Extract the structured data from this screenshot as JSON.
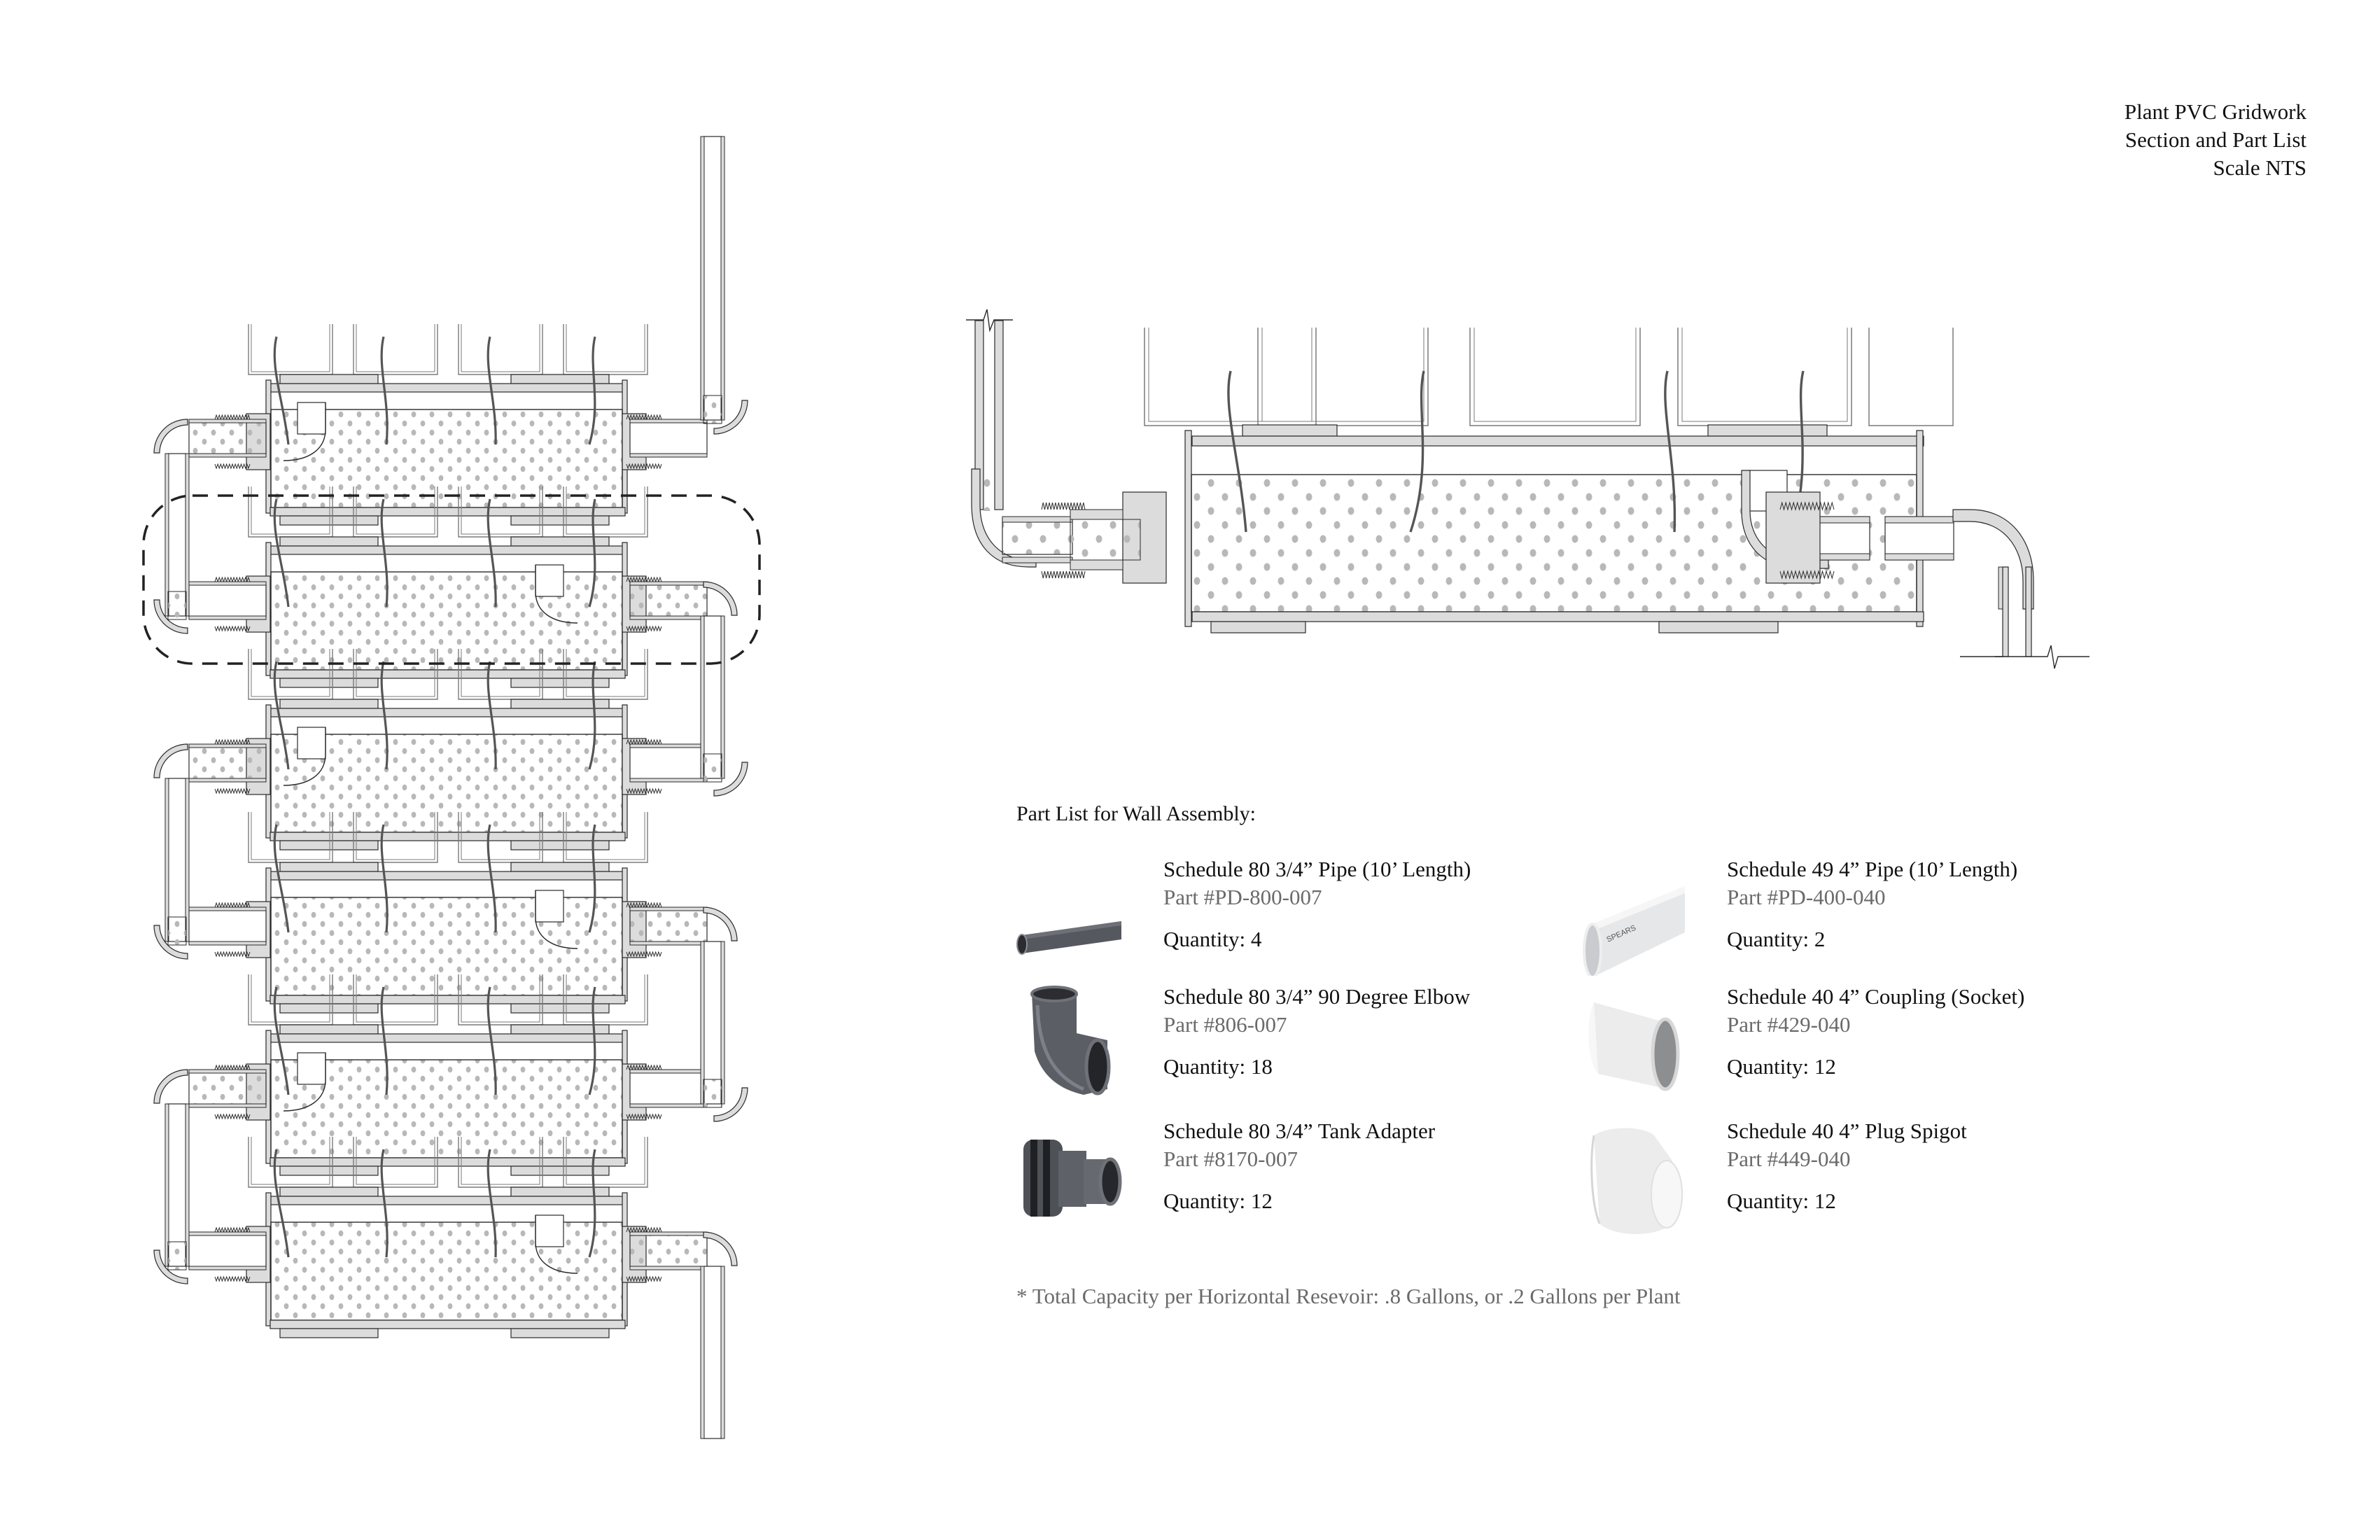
{
  "title_block": {
    "line1": "Plant PVC Gridwork",
    "line2": "Section and Part List",
    "line3": "Scale NTS"
  },
  "colors": {
    "pipe_fill": "#dcdcdc",
    "outline": "#2a2a2a",
    "tray_outline": "#7a7a7a",
    "water_dot": "#b8b8b8",
    "root": "#555555",
    "callout_dash": "#222222",
    "part_number_text": "#6a6a6a",
    "sch80_gray": "#4a4d52",
    "sch40_white": "#eeeeee"
  },
  "stack_section": {
    "label": "Vertical stack section",
    "reservoir_count": 6,
    "plants_per_reservoir": 4,
    "highlighted_reservoir": 2,
    "inlet": "top-right",
    "outlet": "bottom-right"
  },
  "detail_section": {
    "label": "Enlarged reservoir detail",
    "plants": 4,
    "break_marks": [
      "top-left inlet pipe",
      "bottom-right outlet pipe"
    ]
  },
  "parts_list": {
    "heading": "Part List for Wall Assembly:",
    "items": [
      {
        "name": "Schedule 80 3/4” Pipe (10’ Length)",
        "part_number": "Part #PD-800-007",
        "quantity": "Quantity: 4",
        "icon": "gray-pipe-icon"
      },
      {
        "name": "Schedule 49 4” Pipe (10’ Length)",
        "part_number": "Part #PD-400-040",
        "quantity": "Quantity: 2",
        "icon": "white-pipe-icon"
      },
      {
        "name": "Schedule 80 3/4” 90 Degree Elbow",
        "part_number": "Part #806-007",
        "quantity": "Quantity: 18",
        "icon": "gray-elbow-icon"
      },
      {
        "name": "Schedule 40 4” Coupling (Socket)",
        "part_number": "Part #429-040",
        "quantity": "Quantity: 12",
        "icon": "white-coupling-icon"
      },
      {
        "name": "Schedule 80 3/4” Tank Adapter",
        "part_number": "Part #8170-007",
        "quantity": "Quantity: 12",
        "icon": "gray-tank-adapter-icon"
      },
      {
        "name": "Schedule 40 4” Plug Spigot",
        "part_number": "Part #449-040",
        "quantity": "Quantity: 12",
        "icon": "white-plug-spigot-icon"
      }
    ]
  },
  "footnote": "* Total Capacity per Horizontal Resevoir: .8 Gallons, or .2 Gallons per Plant"
}
